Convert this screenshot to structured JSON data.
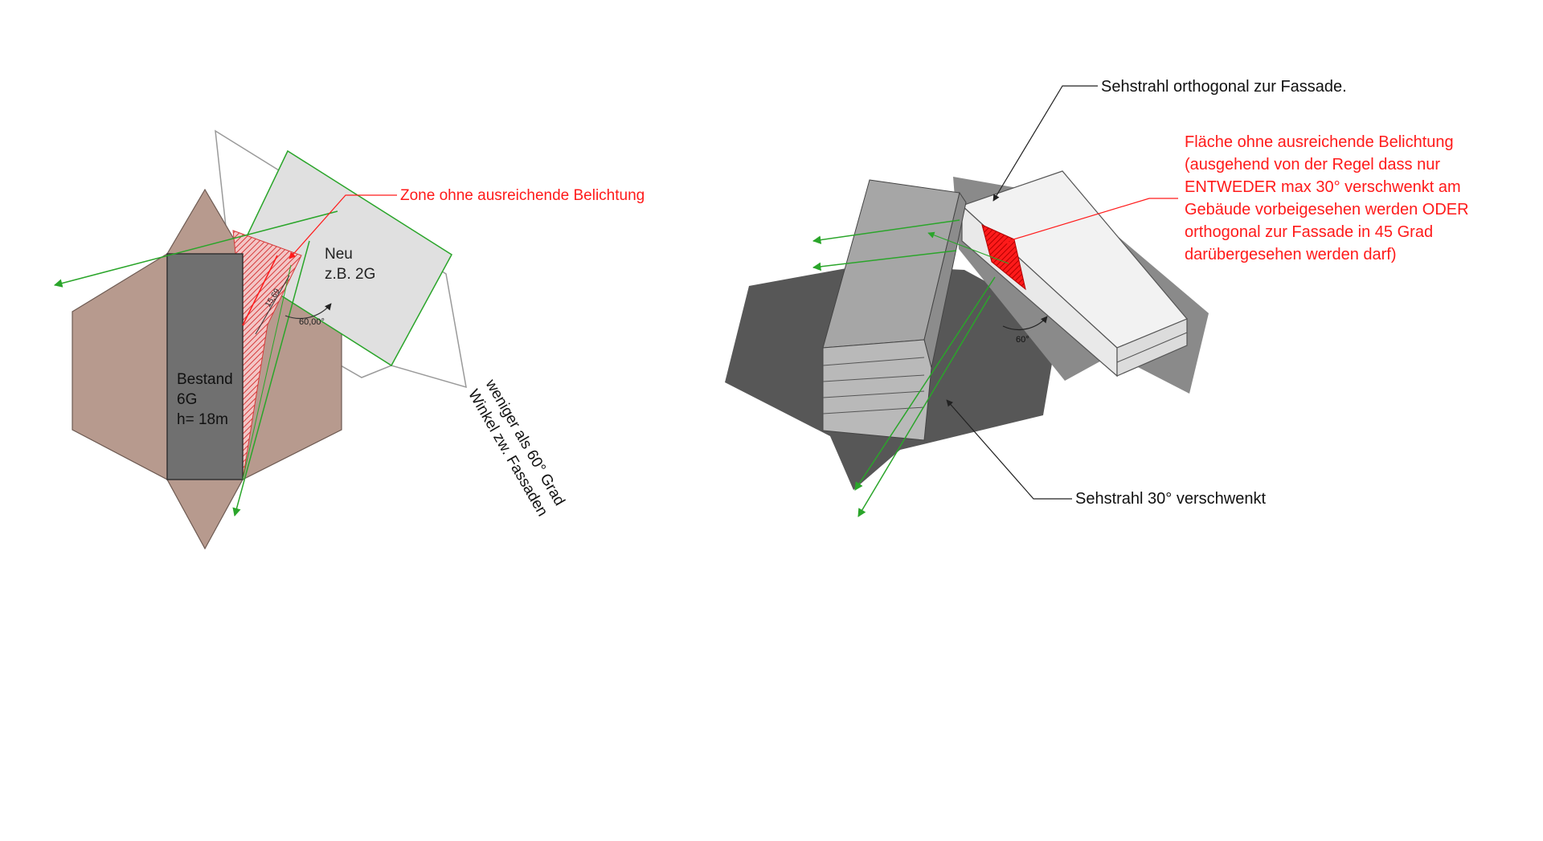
{
  "plan": {
    "zone_label": "Zone ohne ausreichende Belichtung",
    "new_building": [
      "Neu",
      "z.B. 2G"
    ],
    "existing_building": [
      "Bestand",
      "6G",
      "h= 18m"
    ],
    "distance": "15,69",
    "angle": "60,00°",
    "angle_note": [
      "weniger als 60° Grad",
      "Winkel zw. Fassaden"
    ]
  },
  "iso": {
    "callout_top": "Sehstrahl orthogonal zur Fassade.",
    "callout_bottom": "Sehstrahl 30° verschwenkt",
    "angle": "60°",
    "red_note": [
      "Fläche ohne ausreichende Belichtung",
      "(ausgehend von der Regel dass nur",
      "ENTWEDER max 30° verschwenkt am",
      "Gebäude vorbeigesehen werden ODER",
      "orthogonal zur Fassade in 45 Grad",
      "darübergesehen werden darf)"
    ]
  },
  "colors": {
    "shadow_brown": "#b79a8e",
    "building_dark": "#707070",
    "new_building_fill": "#e0e0e0",
    "sight_line": "#2aa52a",
    "warning_red": "#ff1a1a",
    "iso_ground_dark": "#575757",
    "iso_shadow_mid": "#8a8a8a"
  }
}
